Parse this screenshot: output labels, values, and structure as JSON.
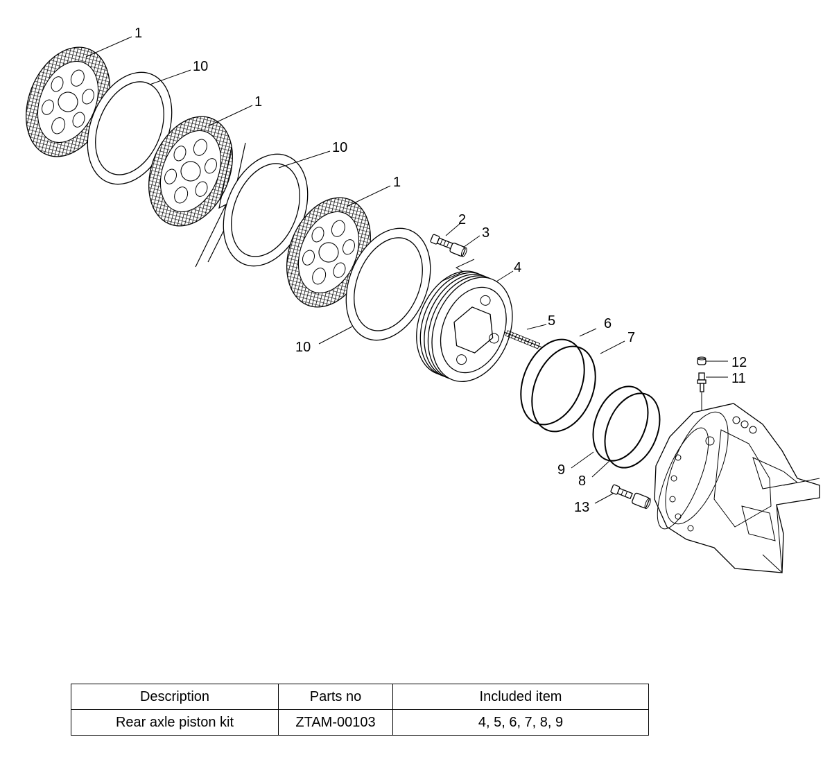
{
  "callouts": {
    "c1a": "1",
    "c10a": "10",
    "c1b": "1",
    "c10b": "10",
    "c1c": "1",
    "c2": "2",
    "c3": "3",
    "c4": "4",
    "c5": "5",
    "c6": "6",
    "c7": "7",
    "c10c": "10",
    "c12": "12",
    "c11": "11",
    "c9": "9",
    "c8": "8",
    "c13": "13"
  },
  "table": {
    "headers": [
      "Description",
      "Parts no",
      "Included item"
    ],
    "rows": [
      [
        "Rear axle piston kit",
        "ZTAM-00103",
        "4, 5, 6, 7, 8, 9"
      ]
    ]
  }
}
